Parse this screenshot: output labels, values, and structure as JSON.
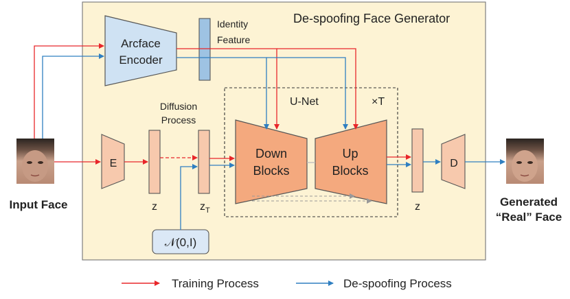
{
  "title": "De-spoofing Face Generator",
  "encoder_line1": "Arcface",
  "encoder_line2": "Encoder",
  "identity_line1": "Identity",
  "identity_line2": "Feature",
  "diffusion_line1": "Diffusion",
  "diffusion_line2": "Process",
  "unet_label": "U-Net",
  "repeat_label": "×T",
  "down_line1": "Down",
  "down_line2": "Blocks",
  "up_line1": "Up",
  "up_line2": "Blocks",
  "encoder_e": "E",
  "decoder_d": "D",
  "z_left": "z",
  "z_t_base": "z",
  "z_t_sub": "T",
  "z_right": "z",
  "noise_label": "𝒩(0,I)",
  "input_label": "Input Face",
  "output_line1": "Generated",
  "output_line2": "“Real” Face",
  "legend": {
    "training": "Training Process",
    "despoofing": "De-spoofing Process"
  },
  "colors": {
    "training": "#e8262a",
    "despoofing": "#2f7fc1",
    "panel": "#fdf3d4",
    "encoder": "#cfe2f3",
    "block": "#f4a97e",
    "latent": "#f7c9ad"
  }
}
